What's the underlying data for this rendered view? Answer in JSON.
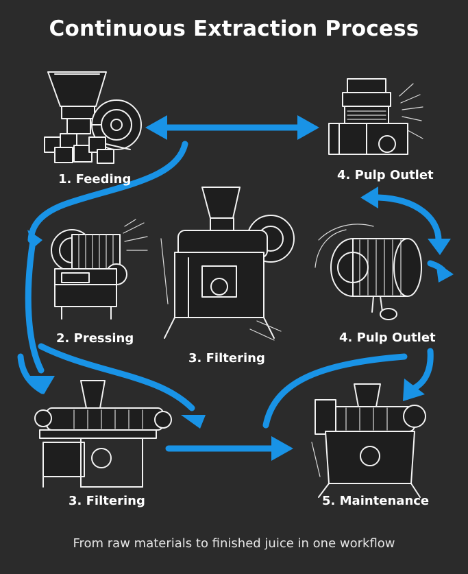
{
  "title": "Continuous Extraction Process",
  "steps": [
    {
      "label": "1. Feeding"
    },
    {
      "label": "4. Pulp Outlet"
    },
    {
      "label": "2. Pressing"
    },
    {
      "label": "3. Filtering"
    },
    {
      "label": "4. Pulp Outlet"
    },
    {
      "label": "3. Filtering"
    },
    {
      "label": "5. Maintenance"
    }
  ],
  "footer": "From raw materials to finished juice in one workflow",
  "colors": {
    "background": "#2b2b2b",
    "arrow": "#1993e6",
    "text": "#ffffff"
  },
  "icons": [
    "feeding-machine-icon",
    "pulp-outlet-machine-icon",
    "pressing-machine-icon",
    "filtering-machine-icon",
    "pulp-drum-icon",
    "filtering-press-icon",
    "maintenance-machine-icon"
  ]
}
